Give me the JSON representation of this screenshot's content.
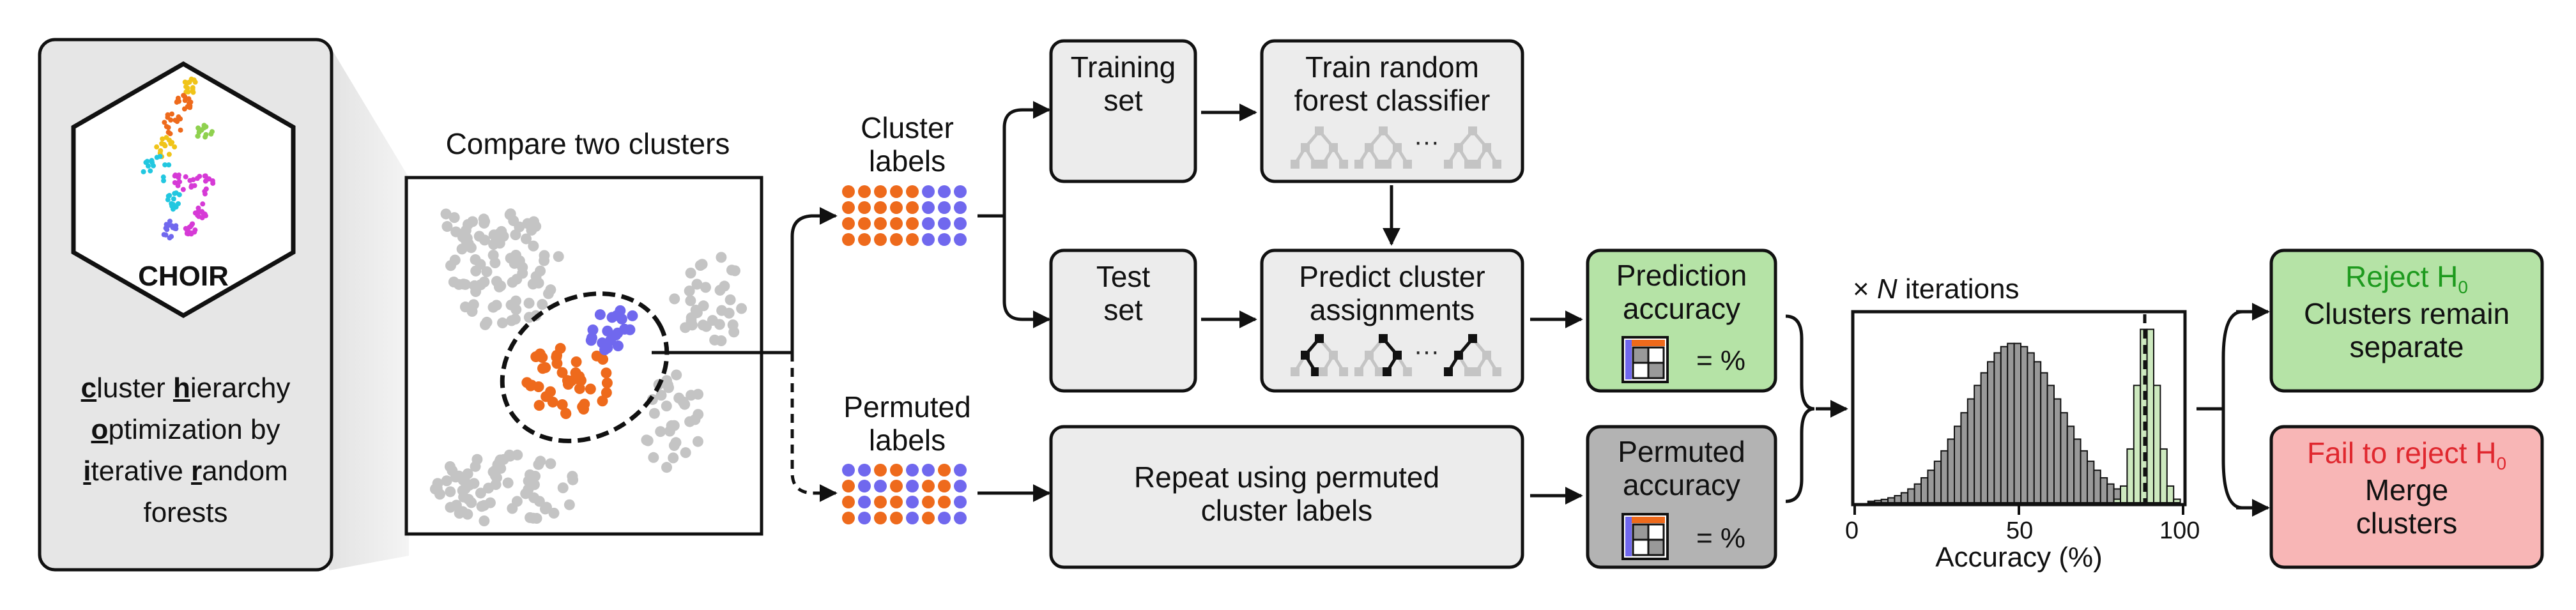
{
  "logo": {
    "name": "CHOIR",
    "acronym_parts": [
      {
        "first": "c",
        "rest": "luster "
      },
      {
        "first": "h",
        "rest": "ierarchy"
      },
      {
        "first": "o",
        "rest": "ptimization by"
      },
      {
        "first": "i",
        "rest": "terative "
      },
      {
        "first": "r",
        "rest": "andom"
      },
      {
        "first": "",
        "rest": "forests"
      }
    ]
  },
  "compare": {
    "title": "Compare two clusters"
  },
  "cluster_labels": {
    "line1": "Cluster",
    "line2": "labels"
  },
  "permuted_labels": {
    "line1": "Permuted",
    "line2": "labels"
  },
  "training_set": {
    "line1": "Training",
    "line2": "set"
  },
  "test_set": {
    "line1": "Test",
    "line2": "set"
  },
  "train_rf": {
    "line1": "Train random",
    "line2": "forest classifier",
    "ellipsis": "···"
  },
  "predict": {
    "line1": "Predict cluster",
    "line2": "assignments",
    "ellipsis": "···"
  },
  "repeat": {
    "line1": "Repeat using permuted",
    "line2": "cluster labels"
  },
  "prediction_accuracy": {
    "line1": "Prediction",
    "line2": "accuracy",
    "eq": "= %"
  },
  "permuted_accuracy": {
    "line1": "Permuted",
    "line2": "accuracy",
    "eq": "= %"
  },
  "histogram": {
    "title_prefix": "× ",
    "title_var": "N",
    "title_suffix": " iterations",
    "xlabel": "Accuracy (%)",
    "ticks": [
      "0",
      "50",
      "100"
    ],
    "xlim": [
      0,
      100
    ]
  },
  "reject": {
    "title": "Reject H",
    "sub": "0",
    "line1": "Clusters remain",
    "line2": "separate"
  },
  "fail": {
    "title": "Fail to reject H",
    "sub": "0",
    "line1": "Merge",
    "line2": "clusters"
  },
  "colors": {
    "orange": "#ee6a1c",
    "purple": "#7068ee",
    "grey_dot": "#c4c4c4",
    "box_fill": "#ececec",
    "green_fill": "#b5e3a6",
    "grey_fill": "#b3b3b3",
    "red_fill": "#f8b6b6",
    "green_text": "#1e9a1e",
    "red_text": "#e0282f",
    "hist_grey": "#999999",
    "hist_green": "#cde9bf"
  }
}
